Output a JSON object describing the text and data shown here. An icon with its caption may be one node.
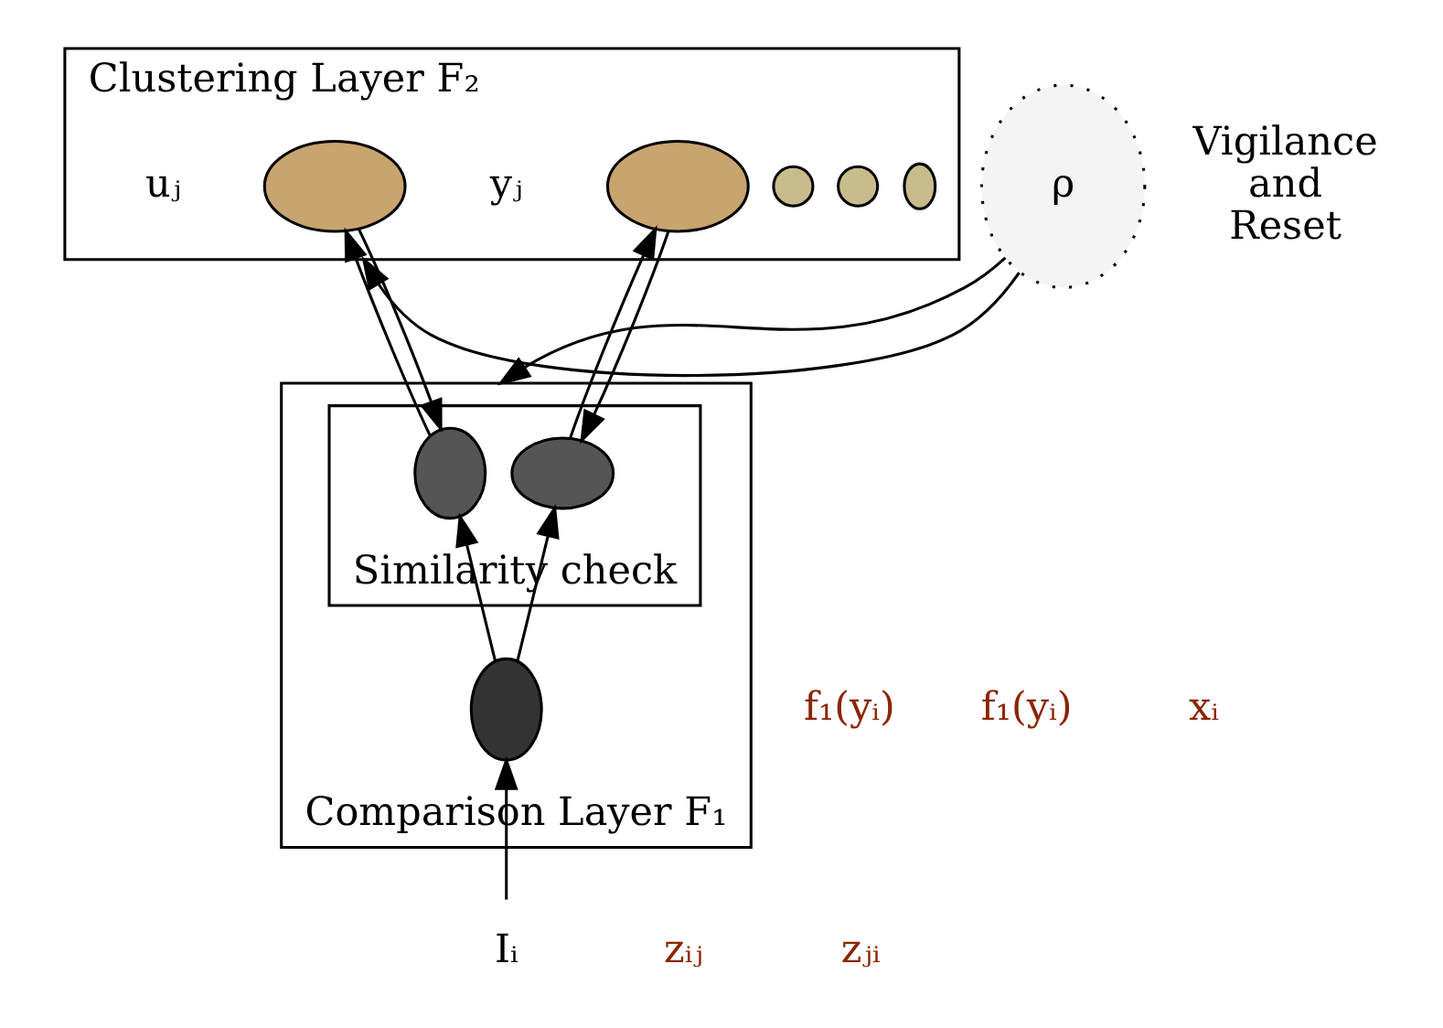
{
  "diagram": {
    "nodes": [
      {
        "text": [
          "Clustering Layer F₂"
        ]
      },
      {
        "text": [],
        "shape": "ellipse",
        "in": 0,
        "beside": [
          "uⱼ"
        ]
      },
      {
        "text": [],
        "shape": "ellipse",
        "in": 0,
        "beside": [
          "yⱼ"
        ]
      },
      {
        "text": [],
        "shape": "circle",
        "in": 0
      },
      {
        "text": [],
        "shape": "circle",
        "in": 0
      },
      {
        "text": [],
        "shape": "ellipse",
        "in": 0
      },
      {
        "text": [
          "Comparison Layer F₁"
        ]
      },
      {
        "text": [
          "Similarity check"
        ],
        "in": 6
      },
      {
        "text": [],
        "shape": "ellipse",
        "in": 7
      },
      {
        "text": [],
        "shape": "ellipse",
        "in": 7
      },
      {
        "text": [],
        "shape": "ellipse",
        "in": 6
      },
      {
        "text": [
          "ρ"
        ],
        "beside": [
          "Vigilance and Reset"
        ]
      },
      {
        "text": [
          "Iᵢ"
        ]
      }
    ],
    "edges": [
      {
        "from": 8,
        "to": 1,
        "arrow": "to"
      },
      {
        "from": 1,
        "to": 8,
        "arrow": "to"
      },
      {
        "from": 9,
        "to": 2,
        "arrow": "to"
      },
      {
        "from": 2,
        "to": 9,
        "arrow": "to"
      },
      {
        "from": 10,
        "to": 8,
        "arrow": "to"
      },
      {
        "from": 10,
        "to": 9,
        "arrow": "to"
      },
      {
        "from": 11,
        "to": 0,
        "arrow": "to"
      },
      {
        "from": 11,
        "to": 6,
        "arrow": "to"
      },
      {
        "from": 12,
        "to": 10,
        "arrow": "to"
      }
    ],
    "labels": [
      "zᵢⱼ",
      "zⱼᵢ",
      "f₁(yᵢ)",
      "f₁(yᵢ)",
      "xᵢ"
    ]
  }
}
